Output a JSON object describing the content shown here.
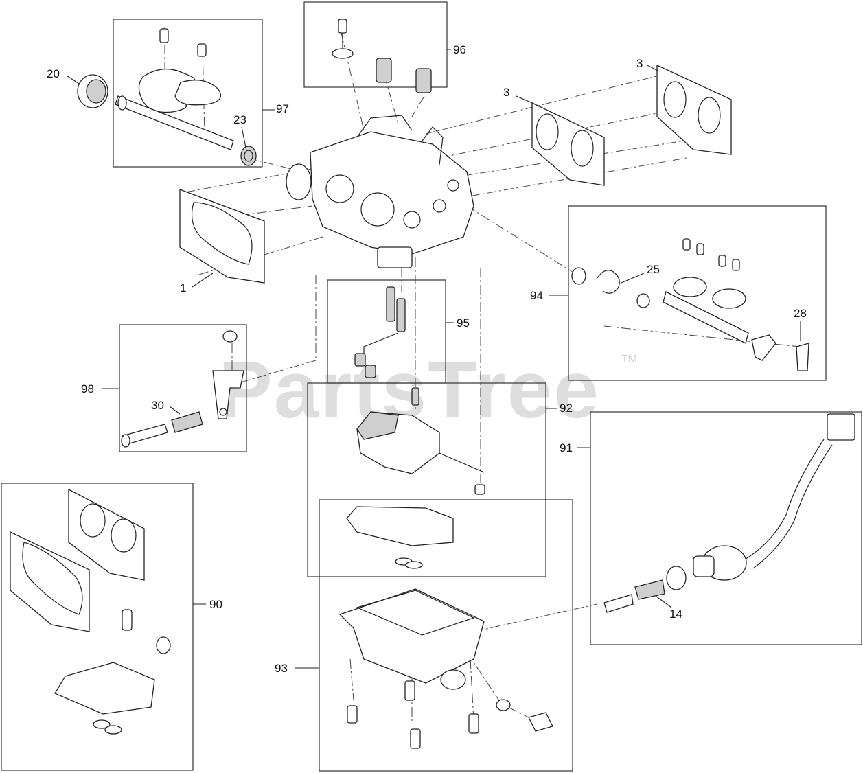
{
  "watermark": {
    "text": "PartsTree",
    "trademark": "TM"
  },
  "callouts": [
    {
      "id": "c-20",
      "text": "20"
    },
    {
      "id": "c-23",
      "text": "23"
    },
    {
      "id": "c-97",
      "text": "97"
    },
    {
      "id": "c-96",
      "text": "96"
    },
    {
      "id": "c-3a",
      "text": "3"
    },
    {
      "id": "c-3b",
      "text": "3"
    },
    {
      "id": "c-1",
      "text": "1"
    },
    {
      "id": "c-25",
      "text": "25"
    },
    {
      "id": "c-94",
      "text": "94"
    },
    {
      "id": "c-28",
      "text": "28"
    },
    {
      "id": "c-95",
      "text": "95"
    },
    {
      "id": "c-98",
      "text": "98"
    },
    {
      "id": "c-30",
      "text": "30"
    },
    {
      "id": "c-92",
      "text": "92"
    },
    {
      "id": "c-91",
      "text": "91"
    },
    {
      "id": "c-90",
      "text": "90"
    },
    {
      "id": "c-14",
      "text": "14"
    },
    {
      "id": "c-93",
      "text": "93"
    }
  ]
}
